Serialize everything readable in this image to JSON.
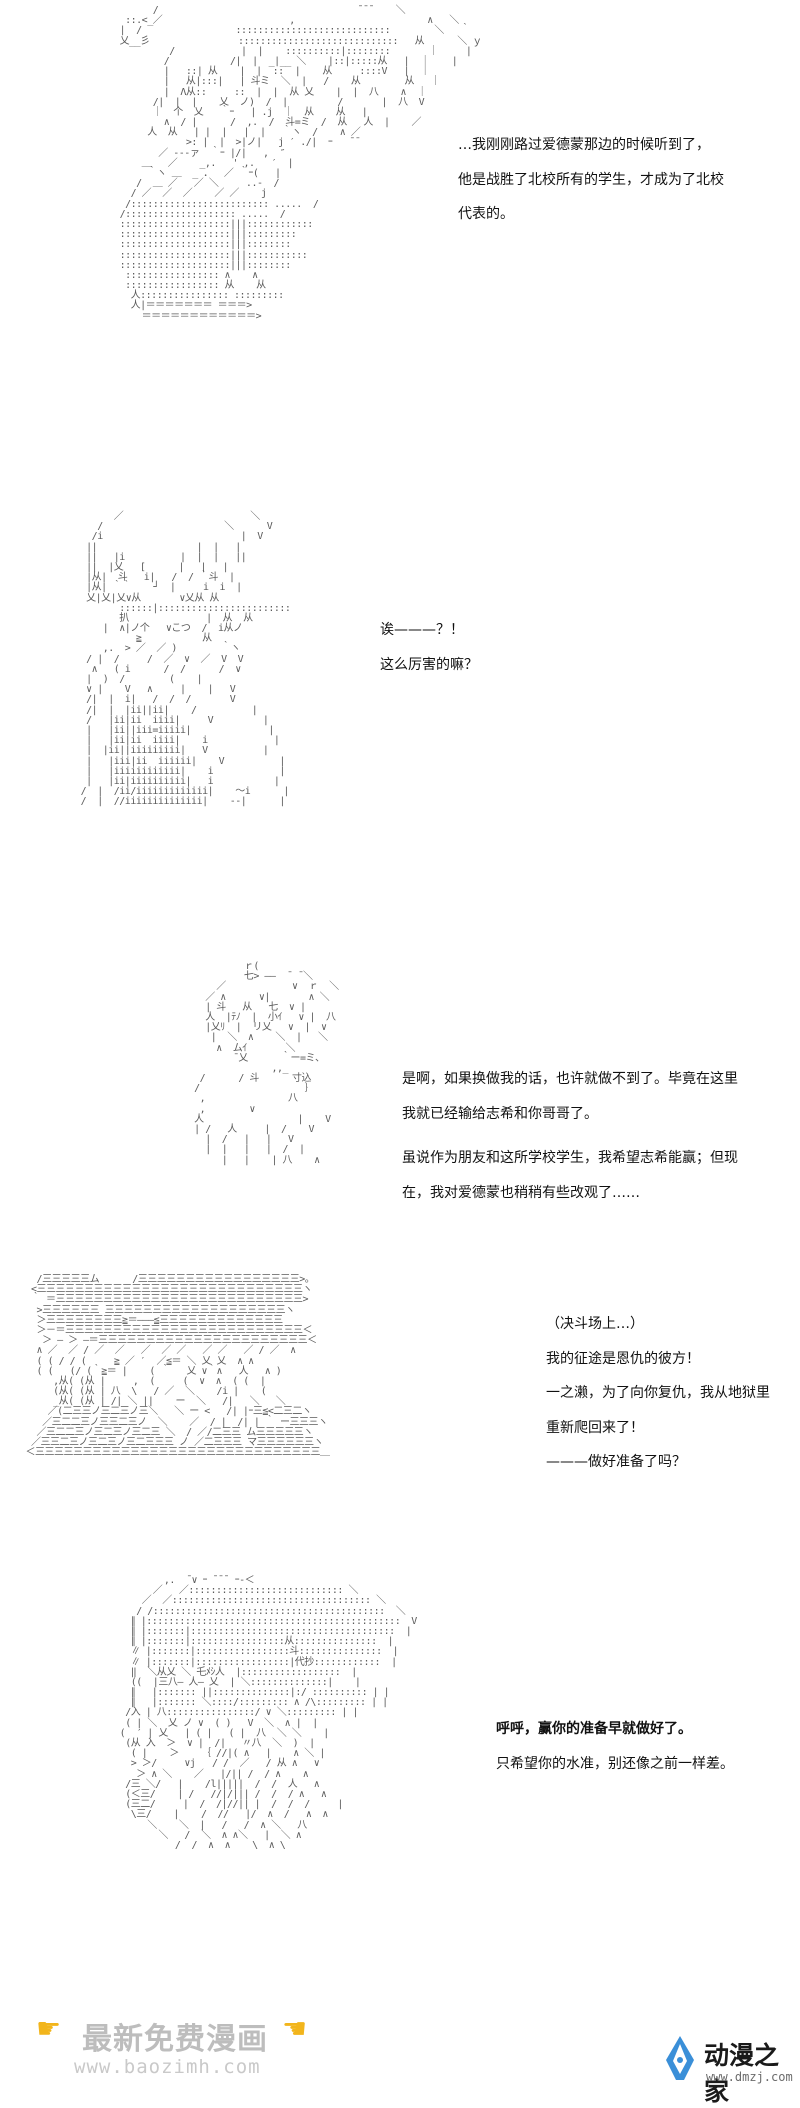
{
  "panels": [
    {
      "art": "           /                                    ̄ ̄ ̄     ＼\n      ::.<_／                       ,                        ∧   ＼\n     |  /                 ::::::::::::::::::::::::::::        ＼   ｀\n     乂__彡                :::::::::::::::::::::::::::::   从      ＼ ｙ\n              /            |  |    ::::::::::|::::::::       ｜     |\n             /           /|  |  _|__ ＼    |::|:::::从   |  ｜    |\n             |   ::| 从    |  |  ::  |    从     ::::V   |  ｜   \n             |   从|:::|   | 斗ミ  ＼  |   /    从        从   ｜   \n             |  Λ从::     ::  |  |  从 乂    |  |  八    ∧  ｜  \n           /|  |  |    乂  ノ)  /  |         /       |  八  V\n           ｜  个  乂   ｀ｰ   | .j  ｜  从    从   |    \n             ∧  / |      /  ,.  /  斗=ミ  /  从   人  |    ／\n          人  从   | |  |   |  |   ｀ヽ  /    ∧ ／\n                 >: |  |  >|ノ|   j ′ ./|  ｰ   ̄ ̄\n            ／ ---ァ  ｀ｰ |/|   ,  ″      \n         ＿   ／    _,.   ' ,.   ′  |    \n          ｀ヽ ＿  _ ．  ／ ｀ｰ(   |    \n        /  ＿ ／   ／ ＼     ..-  /    \n       / ／  ／  ／    ／ ／    j      \n      /::::::::::::::::::::::::: .....  /     \n     /:::::::::::::::::::: .....  /    \n     ::::::::::::::::::::|||:::::::::::: \n     ::::::::::::::::::::|||::::::::: \n     ::::::::::::::::::::|||:::::::: \n     ::::::::::::::::::::|||::::::::::: \n     ::::::::::::::::::::|||:::::::: \n      ::::::::::::::::: ∧    ∧   \n      ::::::::::::::::: 从    从  \n       人:::::::::::::::: ::::::::: \n       人|＝＝＝＝＝＝＝ ＝＝＝>\n         ＝＝＝＝＝＝＝＝＝＝＝＝>",
      "texts": [
        "…我刚刚路过爱德蒙那边的时候听到了，",
        "他是战胜了北校所有的学生，才成为了北校",
        "代表的。"
      ]
    },
    {
      "art": "             ／                       ＼\n          /                      ＼      V\n         /i                         |  V\n        ||                  |  |   |\n        ||   |i          |  |  |   ||\n        ||  |乂   [      |   |   |\n        |从|  斗   i|   /  / ｀斗  |\n        |从| ｀｀    ┘  |     i  i  |\n        乂|乂|乂∨从       ∨乂从 从\n              ::::::|::::::::::::::::::::::::\n              扒              |  从  从\n           |  ∧|ノ个   ∨こつ  /  i从ノ\n                 ≧           从\n           ,.  > ／  ／ )        ｀ヽ\n        / |  /     /  ／  ∨  ／  V  V\n         ∧   ( i      /  /      /  ∨\n        |  )  /        (    |\n        ∨ |    V   ∧     |    |   V\n        /|  |  i|   /  /  /       V\n        /|  |  |ii||ii|    /          |\n        /   |ii|ii  iiii|     V         |\n        |   |ii||iii=iiiii|              |\n        |   |ii|ii  iiii|    i            |\n        |  |ii||iiiiiiiii|   V          |\n        |   |iii|ii  iiiiii|    V          |\n        |   |iiiiiiiiiiii|    i            |\n        |   |ii|iiiiiiiiii|   i           |\n       /  |  /ii/iiiiiiiiiiiii|    ～i      |\n       /  |  //iiiiiiiiiiiiii|    --|      |",
      "texts": [
        "诶———？！",
        "这么厉害的嘛？"
      ]
    },
    {
      "art": "                 ｒ(\n                 七> ——  ̄  ̄ ＼\n            ／            ∨  ｒ  ＼\n          ／ ∧      ∨|       ∧ ＼\n          | 斗   从   七  ∨ |\n          人  |ﾃﾉ  |  小ｲ   ∨ |  八 \n          |乂ﾘ  |  リ乂   ∨  |  ∨\n           |  ＼  ∧    ＼  |   ＼\n            ∧  ムｲ       ＼   \n               ̄ 乂      ｀ー=ミ、\n                      ,,_       \n         /      / 斗      寸込       \n        /                   ｝\n         ,               八     \n         ,        ∨   \n        人                 |    V\n        | /   人     |  /    V\n          |  /   |   |   V   \n          |  |   |   |  /  |   \n             |   |    | 八    ∧",
      "texts": [
        "是啊，如果换做我的话，也许就做不到了。毕竟在这里",
        "我就已经输给志希和你哥哥了。",
        "虽说作为朋友和这所学校学生，我希望志希能赢；但现",
        "在，我对爱德蒙也稍稍有些改观了……"
      ]
    },
    {
      "art": "   /三三三三三ム      /三三三三三三三三三三三三三三三三三>。\n  <三三三三三三三三三三三三三三三三三三三三三三三三三三三三ヽ\n  ｀ ＝三三三三三三三三三三三三三三三三三三三三三三三三三三>\n   >三三三三三三 三三三三三三三三三三三三三三三三三三三ヽ\n   ＞三三三三三三三三≧＝———≦三三三三三三三三三三三三三\n   ＞－＝三三三三三三三三三三三三三三三三三三三三三三三三三＜\n    ＞ — ＞ —＝三三三三三三三三三三三三三三三三三三三三三三＜\n   ∧ ／  ／ / ／  ／   ／  ／ ／   ／ ／   ／ / ／  ∧\n   ( ( / / (     ≧ ／ ′  ／≦＝ ＼ 乂 乂  ∧ ∧    \n   ( (   (/ (｀≧＝ |    ( ｀   乂 ∨｀∧   人   ∧ )\n      ,从( (从 |     ,  (     (  ∨  ∧  ( (  |   \n      (从( (从 | 八  \\   / ／  ＼    /i |    ( \n      _从( (从 | /| ＼ ||    ー  ＼   /|   ＼   ＼\n     ／(二三三ノ三二三ノ三＼   ＼ ー <   /| |ｰ三≦<二三二ヽ\n    ／三二二三ノ三三二三ノ  ＼    ／  / |  /| | ｀ ー三三三ヽ\n   ／三二二三ノ三二三ノ三二三 ＼  / ／/二三三 ム三三三三三ヽ\n  ／三三二三ノ三二三ノ三二三三三 ノ ／二三三三 マ三三三三三三ヽ\n ＜三三三三三三三三三三三三三三三三三三三三三三三三三三三三三三＿",
      "texts": [
        "（决斗场上…）",
        "我的征途是恩仇的彼方！",
        "一之濑，为了向你复仇，我从地狱里",
        "重新爬回来了！",
        "———做好准备了吗？"
      ]
    },
    {
      "art": "                 ,.  ̄ ∨ ｰ ¯¯¯ ｰ‐＜\n               ／   ／:::::::::::::::::::::::::::: ＼\n             ／  ／:::::::::::::::::::::::::::::::::::: ＼\n            / /::::::::::::::::::::::::::::::::::::::::::  ＼\n           ∥ |::::::::::::::::::::::::::::::::::::::::::::::  V\n           ∥ |:::::::|:::::::::::::::::::::::::::::::::::::  |\n           ∥ |:::::::|:::::::::::::::::从:::::::::::::::  |\n           ∥ |:::::::|:::::::::::::::::斗:::::::::::::::  | \n           ∥ |:::::::|:::::::::::::::::|代抄::::::::::::  |\n           ‖  ＼从乂 ＼ 乇ﾒｼ人  |::::::::::::::::::  |\n           ((  |三八— 人— 乂  | ＼::::::::::::::|    |\n           ∥   |::::::: ||::::::::::::::|:/ :::::::::: | |\n           ∥   |::::::: ＼::::/::::::::: ∧ /\\::::::::: | |\n          /入 | 八::::::::::::::::/ ∨ ＼::::::::: | |\n          ( | ＼  乂 ノ ∨  ( )   V  ＼  ∧ |  |\n         (  ′ | 乂   | ( |   ( |  八  ＼ ＼    |\n          (从 入  ＞  ∨ |  /|   〃八  ＼  )  |\n           ( |    ＞    ｛ //|( ∧   |    ∧ ＼ |\n           > ＞/     ∨j   / /  ／   / 从 ∧   ∨\n            ＞ ∧ ＼    ／   |/|| /  / ∧    ∧\n          /三 ＼/   |    /l|||||  /  /  人   ∧\n          (＜三/    | /   //|/||| /  /  / ∧   ∧\n          (三二/     |  /  /|//|| |  /  /  /     |\n           \\三/    |    /  //   |/  ∧  /   ∧  ∧\n              ＼    ＼  |   /   /  ∧ ＼   八\n                ＼   /  ＼  ∧ ∧＼   |  ＼ ∧\n                   /  /  ∧  ∧    \\  ∧ \\",
      "texts": [
        "呼呼，赢你的准备早就做好了。",
        "只希望你的水准，别还像之前一样差。"
      ]
    }
  ],
  "watermarks": {
    "left_title": "最新免费漫画",
    "left_url": "www.baozimh.com",
    "left_hand_icon": "pointing-hand-icon",
    "right_brand": "动漫之家",
    "right_url": "www.dmzj.com",
    "right_logo_icon": "pen-nib-logo-icon",
    "colors": {
      "hand": "#f2b51c",
      "logo_blue": "#3a8fd8"
    }
  }
}
